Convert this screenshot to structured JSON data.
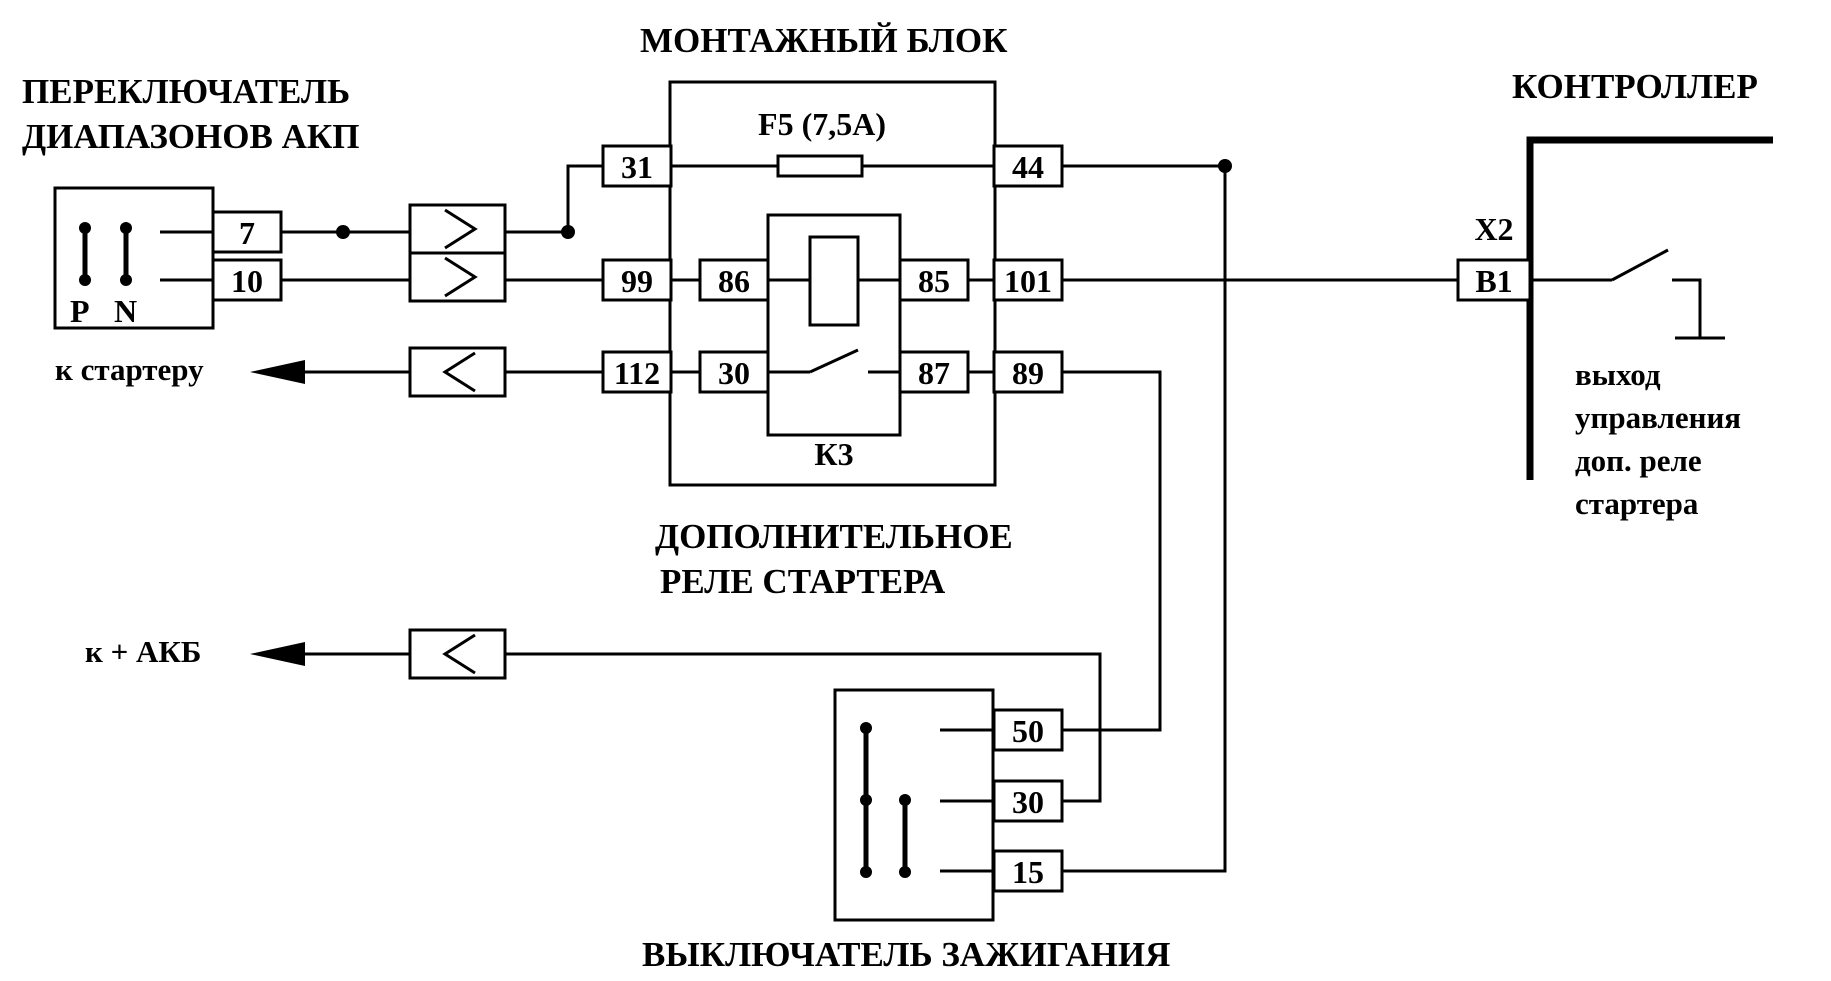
{
  "labels": {
    "mounting_block": "МОНТАЖНЫЙ БЛОК",
    "range_switch_line1": "ПЕРЕКЛЮЧАТЕЛЬ",
    "range_switch_line2": "ДИАПАЗОНОВ АКП",
    "controller": "КОНТРОЛЛЕР",
    "fuse": "F5 (7,5А)",
    "relay_name": "К3",
    "aux_relay_line1": "ДОПОЛНИТЕЛЬНОЕ",
    "aux_relay_line2": "РЕЛЕ СТАРТЕРА",
    "ignition_switch": "ВЫКЛЮЧАТЕЛЬ ЗАЖИГАНИЯ",
    "to_starter": "к стартеру",
    "to_battery": "к + АКБ",
    "connector_x2": "X2",
    "controller_output_line1": "выход",
    "controller_output_line2": "управления",
    "controller_output_line3": "доп. реле",
    "controller_output_line4": "стартера",
    "switch_pos_p": "P",
    "switch_pos_n": "N"
  },
  "pins": {
    "range_switch": [
      "7",
      "10"
    ],
    "block_left": [
      "31",
      "99",
      "112"
    ],
    "block_right": [
      "44",
      "101",
      "89"
    ],
    "relay_left": [
      "86",
      "30"
    ],
    "relay_right": [
      "85",
      "87"
    ],
    "controller": "B1",
    "ignition": [
      "50",
      "30",
      "15"
    ]
  }
}
